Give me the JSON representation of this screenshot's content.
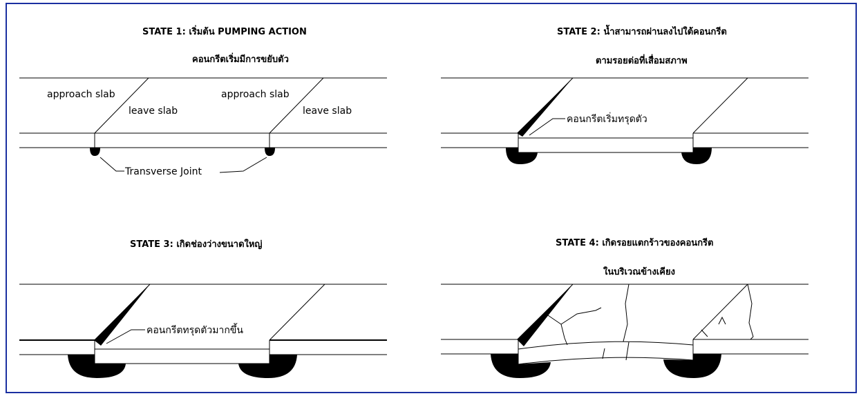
{
  "colors": {
    "border": "#1a2fa0",
    "ink": "#000000",
    "background": "#ffffff"
  },
  "states": [
    {
      "title_line1": "STATE 1: เริ่มต้น PUMPING ACTION",
      "title_line2": "คอนกรีตเริ่มมีการขยับตัว",
      "labels": {
        "approach_slab_left": "approach slab",
        "leave_slab_left": "leave slab",
        "approach_slab_right": "approach slab",
        "leave_slab_right": "leave slab",
        "transverse_joint": "Transverse Joint"
      }
    },
    {
      "title_line1": "STATE 2: น้ำสามารถผ่านลงไปใต้คอนกรีต",
      "title_line2": "ตามรอยต่อที่เสื่อมสภาพ",
      "labels": {
        "callout": "คอนกรีตเริ่มทรุดตัว"
      }
    },
    {
      "title_line1": "STATE 3: เกิดช่องว่างขนาดใหญ่",
      "labels": {
        "callout": "คอนกรีตทรุดตัวมากขึ้น"
      }
    },
    {
      "title_line1": "STATE 4: เกิดรอยแตกร้าวของคอนกรีต",
      "title_line2": "ในบริเวณข้างเคียง"
    }
  ]
}
